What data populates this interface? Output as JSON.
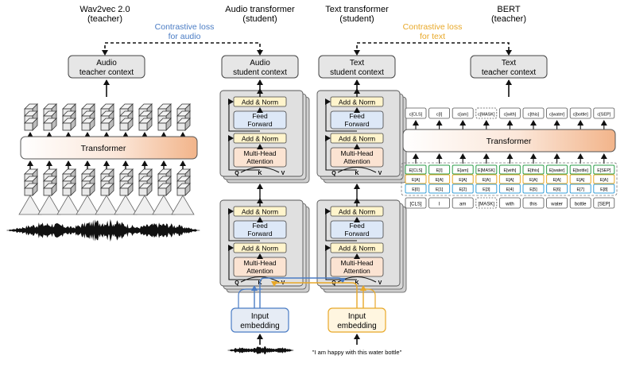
{
  "headers": {
    "wav2vec": [
      "Wav2vec 2.0",
      "(teacher)"
    ],
    "audio_transformer": [
      "Audio transformer",
      "(student)"
    ],
    "text_transformer": [
      "Text transformer",
      "(student)"
    ],
    "bert": [
      "BERT",
      "(teacher)"
    ]
  },
  "loss_audio": [
    "Contrastive loss",
    "for audio"
  ],
  "loss_text": [
    "Contrastive loss",
    "for text"
  ],
  "colors": {
    "audio_loss": "#4a7cc4",
    "text_loss": "#e8a828",
    "add_norm": "#fff4cc",
    "feed_forward": "#dde8f7",
    "attention": "#fbe3d2",
    "block_bg": "#d9d9d9",
    "emb_green": "#2e9e4a",
    "emb_yellow": "#e8a828",
    "emb_blue": "#3aa0d8"
  },
  "contexts": {
    "audio_teacher": [
      "Audio",
      "teacher context"
    ],
    "audio_student": [
      "Audio",
      "student context"
    ],
    "text_student": [
      "Text",
      "student context"
    ],
    "text_teacher": [
      "Text",
      "teacher context"
    ]
  },
  "layers": {
    "add_norm": "Add & Norm",
    "feed_forward": [
      "Feed",
      "Forward"
    ],
    "attention": [
      "Multi-Head",
      "Attention"
    ],
    "q": "Q",
    "k": "K",
    "v": "V"
  },
  "transformer_label": "Transformer",
  "input_embedding": [
    "Input",
    "embedding"
  ],
  "sentence": "\"I am happy with this water bottle\"",
  "bert": {
    "outputs": [
      "c[CLS]",
      "c[I]",
      "c[am]",
      "c[MASK]",
      "c[with]",
      "c[this]",
      "c[water]",
      "c[bottle]",
      "c[SEP]"
    ],
    "token_emb": [
      "E[CLS]",
      "E[I]",
      "E[am]",
      "E[MASK]",
      "E[with]",
      "E[this]",
      "E[water]",
      "E[bottle]",
      "E[SEP]"
    ],
    "segment_emb": [
      "E[A]",
      "E[A]",
      "E[A]",
      "E[A]",
      "E[A]",
      "E[A]",
      "E[A]",
      "E[A]",
      "E[A]"
    ],
    "position_emb": [
      "E[0]",
      "E[1]",
      "E[2]",
      "E[3]",
      "E[4]",
      "E[5]",
      "E[6]",
      "E[7]",
      "E[8]"
    ],
    "tokens": [
      "[CLS]",
      "I",
      "am",
      "[MASK]",
      "with",
      "this",
      "water",
      "bottle",
      "[SEP]"
    ]
  }
}
